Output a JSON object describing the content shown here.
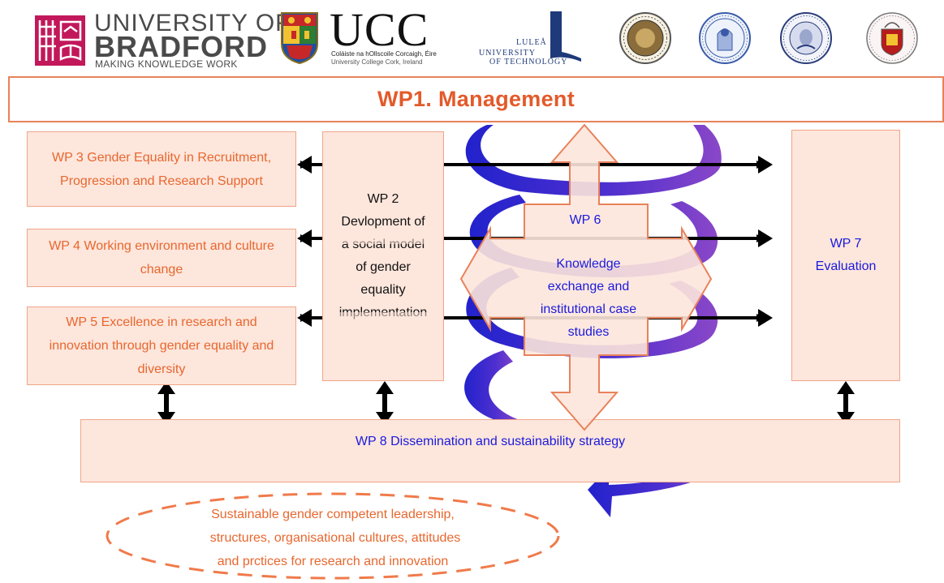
{
  "logos": {
    "bradford": {
      "line1": "UNIVERSITY OF",
      "line2": "BRADFORD",
      "tagline": "MAKING KNOWLEDGE WORK"
    },
    "ucc": {
      "name": "UCC",
      "irish": "Coláiste na hOllscoile Corcaigh, Éire",
      "english": "University College Cork, Ireland"
    },
    "lulea": {
      "line1": "LULEÅ",
      "line2": "UNIVERSITY",
      "line3": "OF TECHNOLOGY"
    },
    "seals": [
      "ankara-university-seal-icon",
      "university-seal-icon",
      "trnava-university-seal-icon",
      "complutense-university-seal-icon"
    ]
  },
  "diagram": {
    "wp1": "WP1. Management",
    "wp3": [
      "WP 3 Gender Equality in Recruitment,",
      "Progression and Research Support"
    ],
    "wp4": [
      "WP 4 Working environment and culture",
      "change"
    ],
    "wp5": [
      "WP 5 Excellence in research and",
      "innovation through gender equality and",
      "diversity"
    ],
    "wp2": [
      "WP 2",
      "Devlopment of",
      "a social model",
      "of gender",
      "equality",
      "implementation"
    ],
    "wp6_title": "WP 6",
    "wp6_body": [
      "Knowledge",
      "exchange and",
      "institutional case",
      "studies"
    ],
    "wp7": [
      "WP 7",
      "Evaluation"
    ],
    "wp8": "WP 8 Dissemination and sustainability strategy",
    "outcome": [
      "Sustainable gender competent leadership,",
      "structures, organisational cultures, attitudes",
      "and prctices for research and innovation"
    ]
  },
  "colors": {
    "accent_orange": "#e8672e",
    "box_fill": "#fde6dc",
    "label_blue": "#1a1adc",
    "spiral_blue": "#2222cc",
    "spiral_purple": "#7a3cc4"
  }
}
